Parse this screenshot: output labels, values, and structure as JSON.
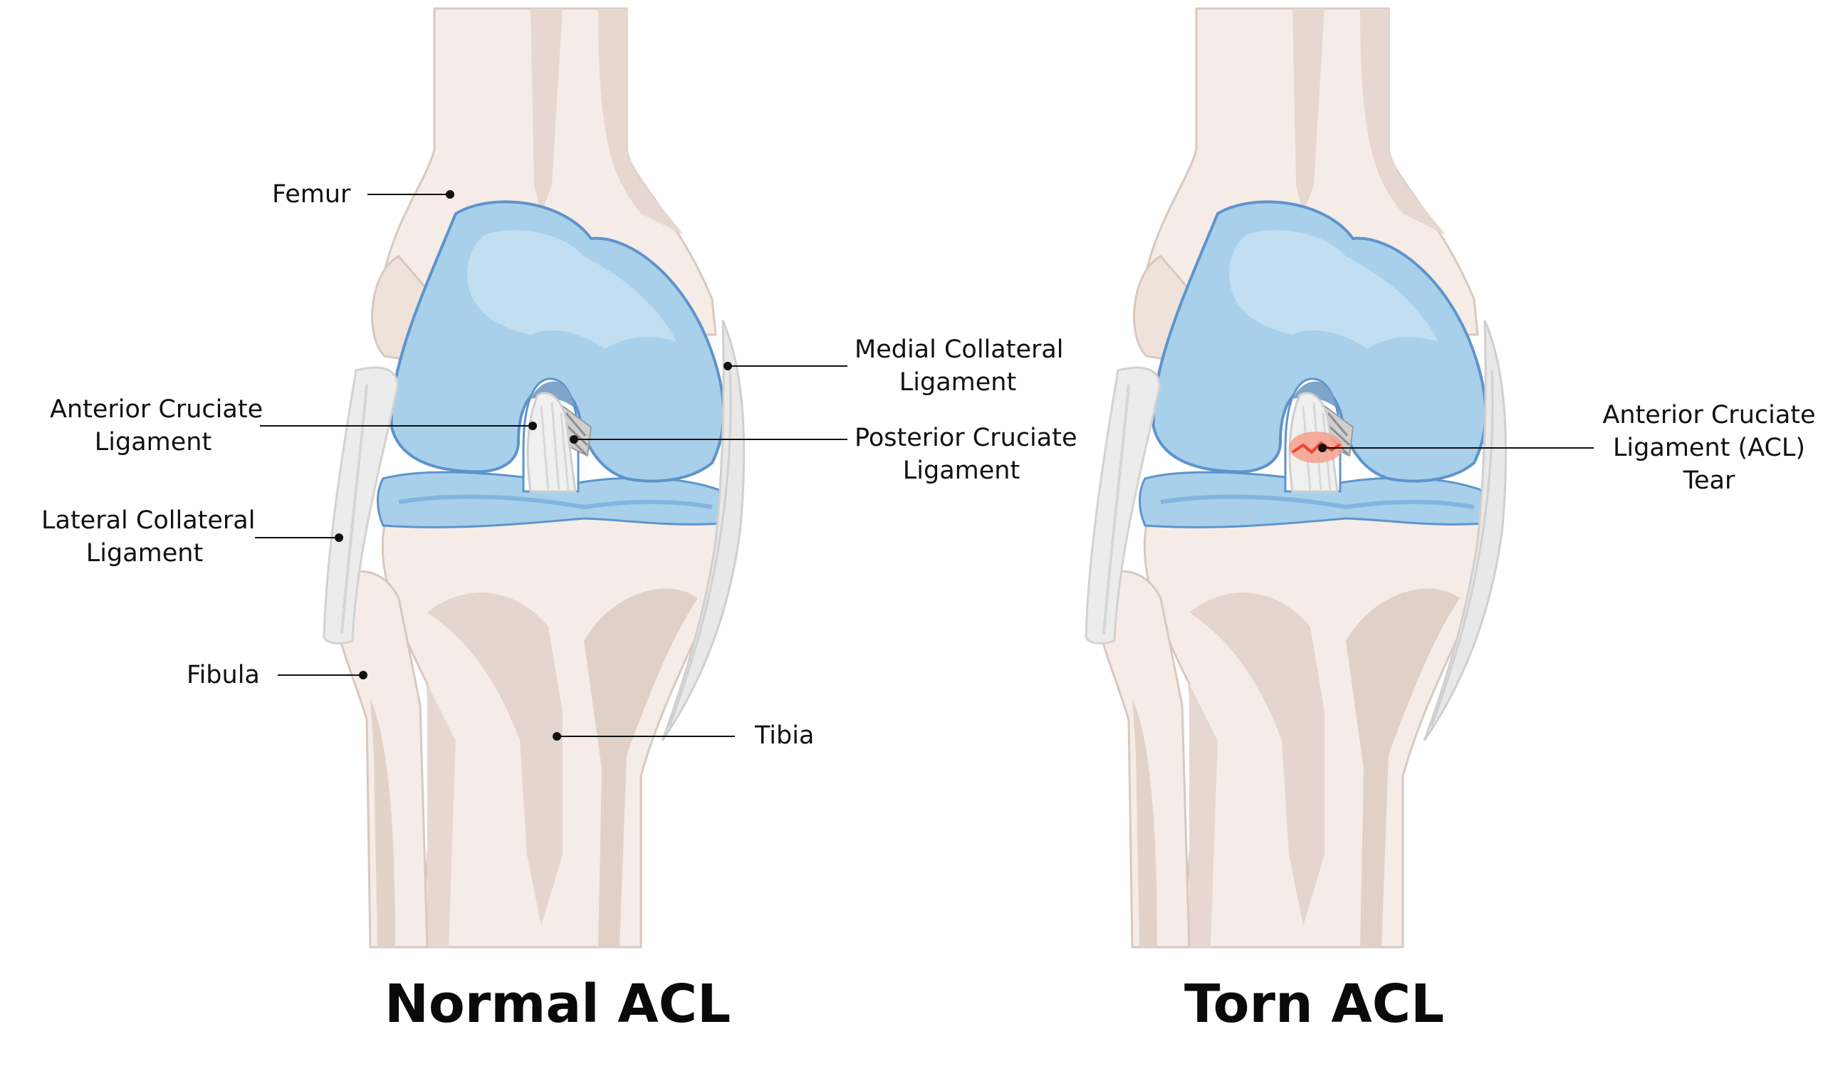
{
  "labels": {
    "femur": "Femur",
    "acl_line1": "Anterior Cruciate",
    "acl_line2": "Ligament",
    "lcl_line1": "Lateral Collateral",
    "lcl_line2": "Ligament",
    "fibula": "Fibula",
    "mcl_line1": "Medial Collateral",
    "mcl_line2": "Ligament",
    "pcl_line1": "Posterior Cruciate",
    "pcl_line2": "Ligament",
    "tibia": "Tibia",
    "tear_line1": "Anterior Cruciate",
    "tear_line2": "Ligament (ACL)",
    "tear_line3": "Tear"
  },
  "titles": {
    "normal": "Normal ACL",
    "torn": "Torn ACL"
  },
  "colors": {
    "bone": "#f6ece7",
    "bone_shadow": "#e2d4cc",
    "bone_outline": "#d8c8bf",
    "meniscus": "#a8d0ea",
    "meniscus_dark": "#84b4e0",
    "meniscus_outline": "#5e94cc",
    "ligament": "#e9e9e9",
    "tear": "#ee4433"
  }
}
